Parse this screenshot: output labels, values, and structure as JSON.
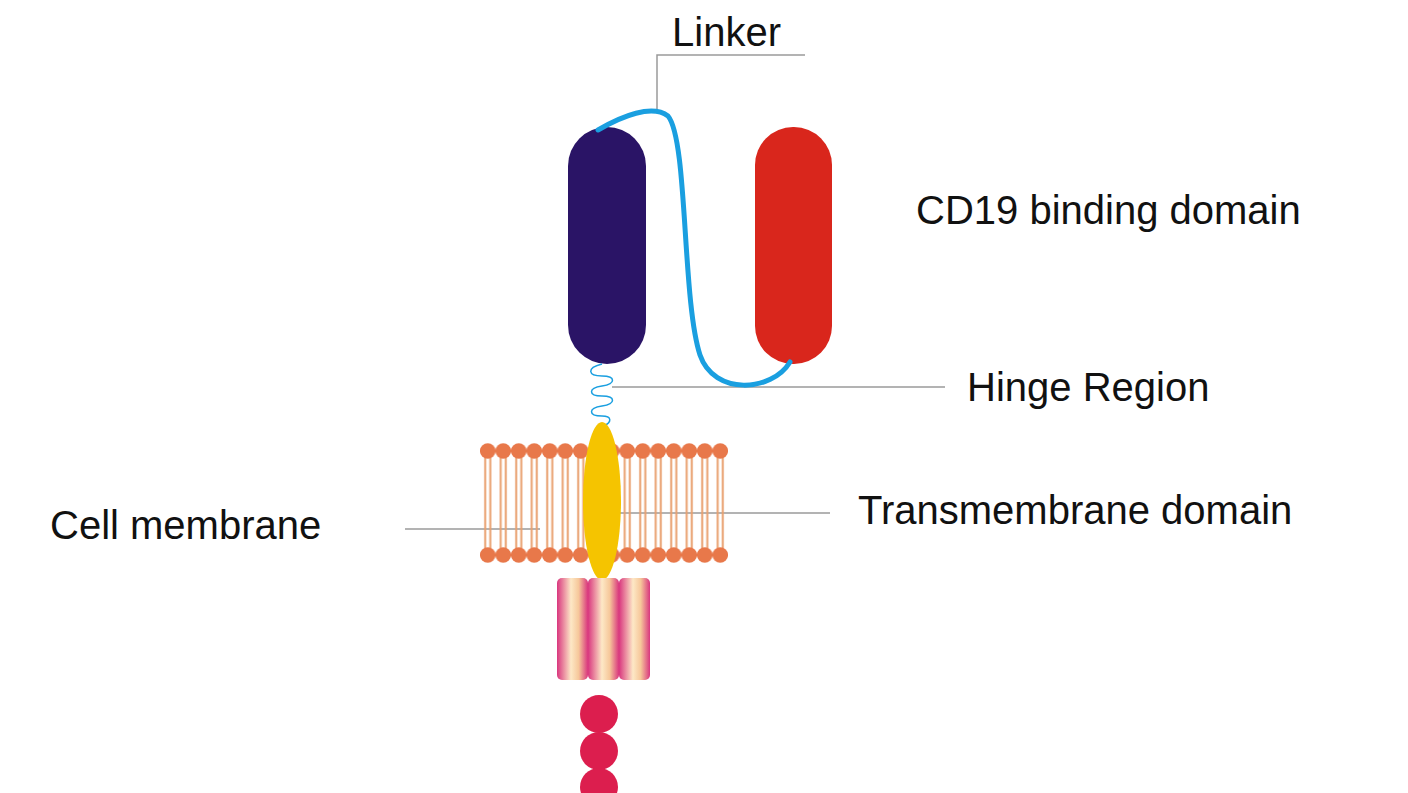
{
  "diagram": {
    "labels": [
      "Linker",
      "CD19 binding domain",
      "Hinge Region",
      "Transmembrane domain",
      "Cell membrane"
    ]
  }
}
